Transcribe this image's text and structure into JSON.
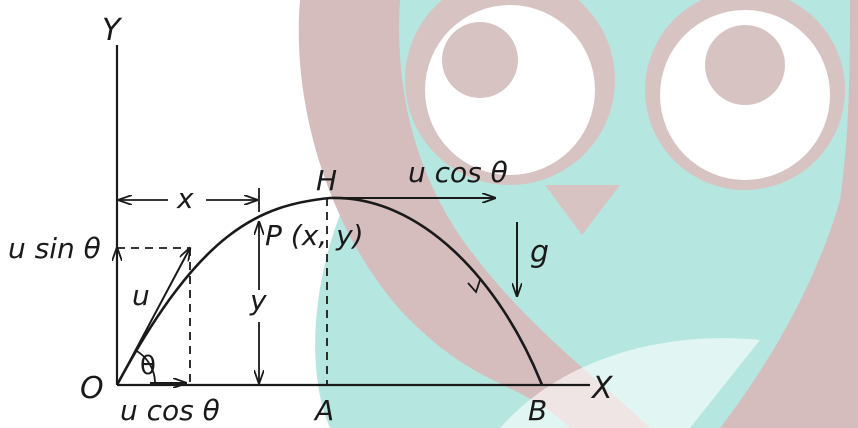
{
  "labels": {
    "y_axis": "Y",
    "x_axis": "X",
    "origin": "O",
    "x_distance": "x",
    "u_sin_theta": "u sin θ",
    "u": "u",
    "theta": "θ",
    "y_height": "y",
    "u_cos_theta_origin": "u cos θ",
    "highest_point": "H",
    "u_cos_theta_top": "u cos θ",
    "point_p": "P (x, y)",
    "gravity": "g",
    "foot_a": "A",
    "range_end": "B"
  },
  "watermark": {
    "brand": "owl-mascot",
    "colors": {
      "ring": "#d6bdbd",
      "teal": "#b5e6df",
      "eye": "#d8c3c3"
    }
  },
  "colors": {
    "ink": "#1a1a1a",
    "paper": "#ffffff"
  }
}
